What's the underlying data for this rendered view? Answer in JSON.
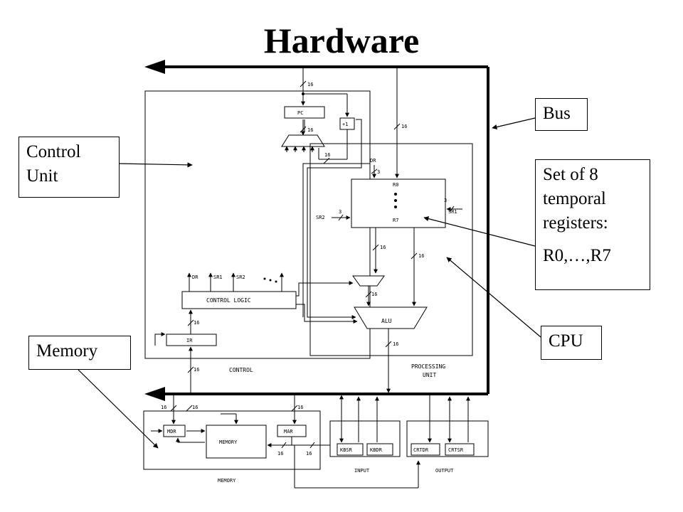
{
  "title": "Hardware",
  "callouts": {
    "bus": "Bus",
    "control_unit": [
      "Control",
      "Unit"
    ],
    "registers": [
      "Set of 8",
      "temporal",
      "registers:",
      "R0,…,R7"
    ],
    "cpu": "CPU",
    "memory": "Memory"
  },
  "diagram": {
    "bus_width": "16",
    "pc": "PC",
    "incrementer": "+1",
    "control_logic": "CONTROL LOGIC",
    "ir": "IR",
    "control": "CONTROL",
    "processing_unit": [
      "PROCESSING",
      "UNIT"
    ],
    "dr": "DR",
    "sr1": "SR1",
    "sr2": "SR2",
    "three": "3",
    "r0": "R0",
    "r7": "R7",
    "alu": "ALU",
    "mdr": "MDR",
    "memory_box": "MEMORY",
    "mar": "MAR",
    "memory_label": "MEMORY",
    "kbsr": "KBSR",
    "kbdr": "KBDR",
    "input": "INPUT",
    "crtdr": "CRTDR",
    "crtsr": "CRTSR",
    "output": "OUTPUT"
  }
}
